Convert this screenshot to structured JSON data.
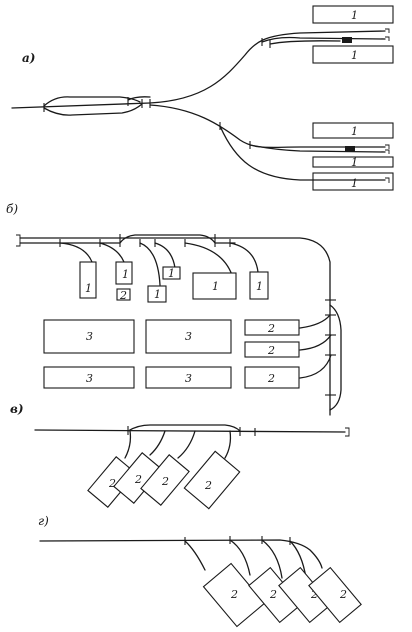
{
  "sections": {
    "a": "а)",
    "b": "б)",
    "v": "в)",
    "g": "г)"
  },
  "labels": {
    "one": "1",
    "two": "2",
    "three": "3"
  }
}
